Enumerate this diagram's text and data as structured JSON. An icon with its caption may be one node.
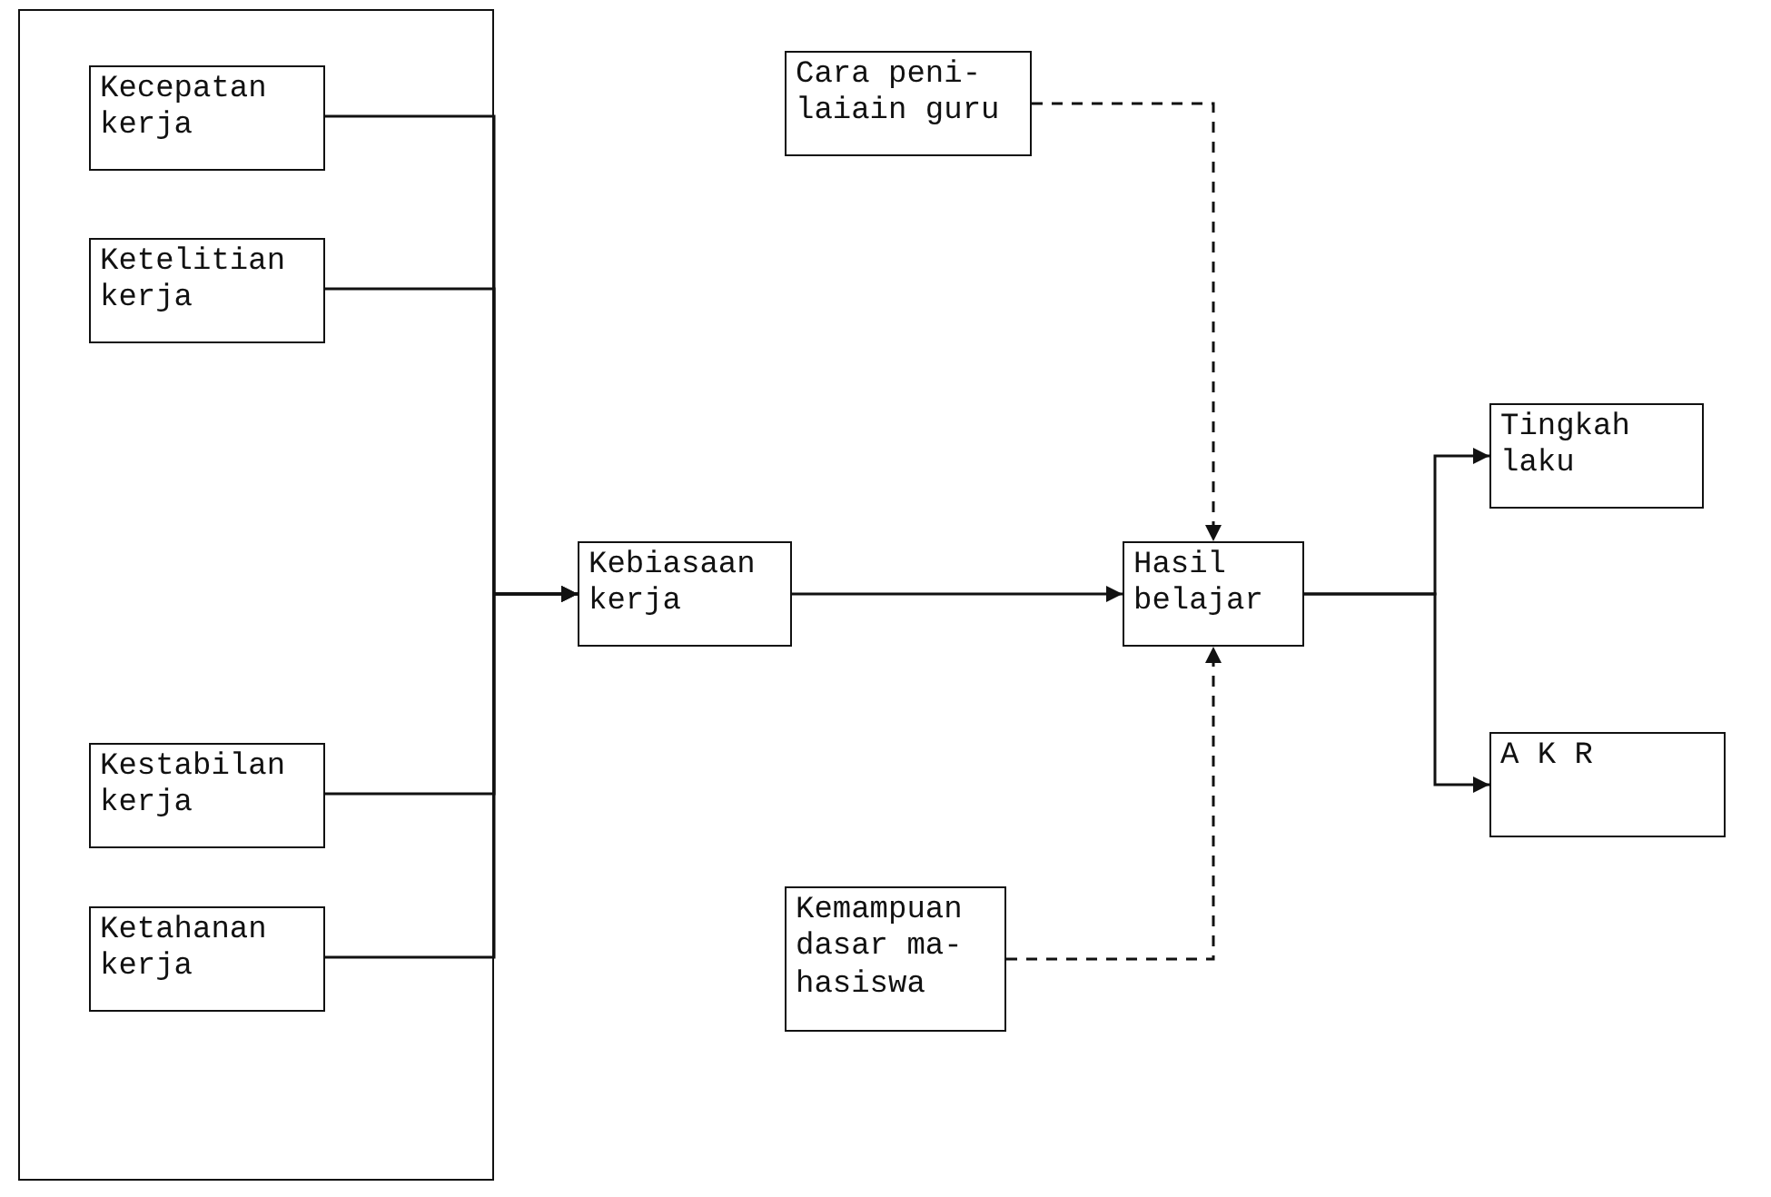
{
  "diagram": {
    "nodes": [
      {
        "text": [],
        "shape": "box"
      },
      {
        "text": [
          "Kecepatan kerja"
        ],
        "in": 0
      },
      {
        "text": [
          "Ketelitian kerja"
        ],
        "in": 0
      },
      {
        "text": [
          "Kestabilan kerja"
        ],
        "in": 0
      },
      {
        "text": [
          "Ketahanan kerja"
        ],
        "in": 0
      },
      {
        "text": [
          "Kebiasaan kerja"
        ]
      },
      {
        "text": [
          "Cara peni- laiain guru"
        ]
      },
      {
        "text": [
          "Hasil belajar"
        ]
      },
      {
        "text": [
          "Kemampuan dasar ma- hasiswa"
        ]
      },
      {
        "text": [
          "Tingkah laku"
        ]
      },
      {
        "text": [
          "A K R"
        ]
      }
    ],
    "edges": [
      {
        "from": 1,
        "to": 5,
        "arrow": "to"
      },
      {
        "from": 2,
        "to": 5,
        "arrow": "to"
      },
      {
        "from": 3,
        "to": 5,
        "arrow": "to"
      },
      {
        "from": 4,
        "to": 5,
        "arrow": "to"
      },
      {
        "from": 5,
        "to": 7,
        "arrow": "to"
      },
      {
        "from": 6,
        "to": 7,
        "arrow": "to",
        "style": "dashed"
      },
      {
        "from": 8,
        "to": 7,
        "arrow": "to",
        "style": "dashed"
      },
      {
        "from": 7,
        "to": 9,
        "arrow": "to"
      },
      {
        "from": 7,
        "to": 10,
        "arrow": "to"
      }
    ]
  }
}
